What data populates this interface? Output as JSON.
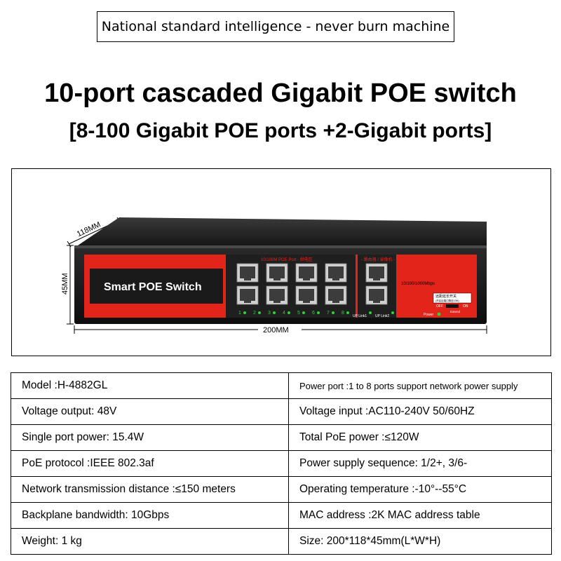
{
  "header": {
    "tagline": "National standard intelligence - never burn machine",
    "title": "10-port cascaded Gigabit POE switch",
    "subtitle": "[8-100 Gigabit POE ports +2-Gigabit ports]"
  },
  "product": {
    "dim_depth": "118MM",
    "dim_height": "45MM",
    "dim_width": "200MM",
    "brand_label": "Smart POE Switch",
    "poe_port_header": "10/100M POE Port - 供电区",
    "uplink_header": "- 路由器 / 录像机 -",
    "speed_label": "10/100/1000Mbps",
    "extend_label": "远距延长开关",
    "extend_sub": "(开启后端口降至10M)",
    "off_label": "OFF",
    "on_label": "ON",
    "extend_word": "Extend",
    "power_label": "Power",
    "uplink1_label": "UP Link1",
    "uplink2_label": "UP Link2",
    "port_numbers": [
      "1",
      "2",
      "3",
      "4",
      "5",
      "6",
      "7",
      "8"
    ],
    "colors": {
      "red": "#e3241b",
      "body": "#1d1d1d",
      "led": "#2fd13c"
    }
  },
  "specs": [
    [
      "Model :H-4882GL",
      "Power port :1 to 8 ports support network power supply"
    ],
    [
      "Voltage output: 48V",
      "Voltage input :AC110-240V 50/60HZ"
    ],
    [
      "Single port power: 15.4W",
      "Total PoE power :≤120W"
    ],
    [
      "PoE protocol :IEEE 802.3af",
      "Power supply sequence: 1/2+, 3/6-"
    ],
    [
      "Network transmission distance :≤150 meters",
      "Operating temperature :-10°--55°C"
    ],
    [
      "Backplane bandwidth: 10Gbps",
      "MAC address :2K MAC address table"
    ],
    [
      "Weight: 1 kg",
      "Size: 200*118*45mm(L*W*H)"
    ]
  ]
}
